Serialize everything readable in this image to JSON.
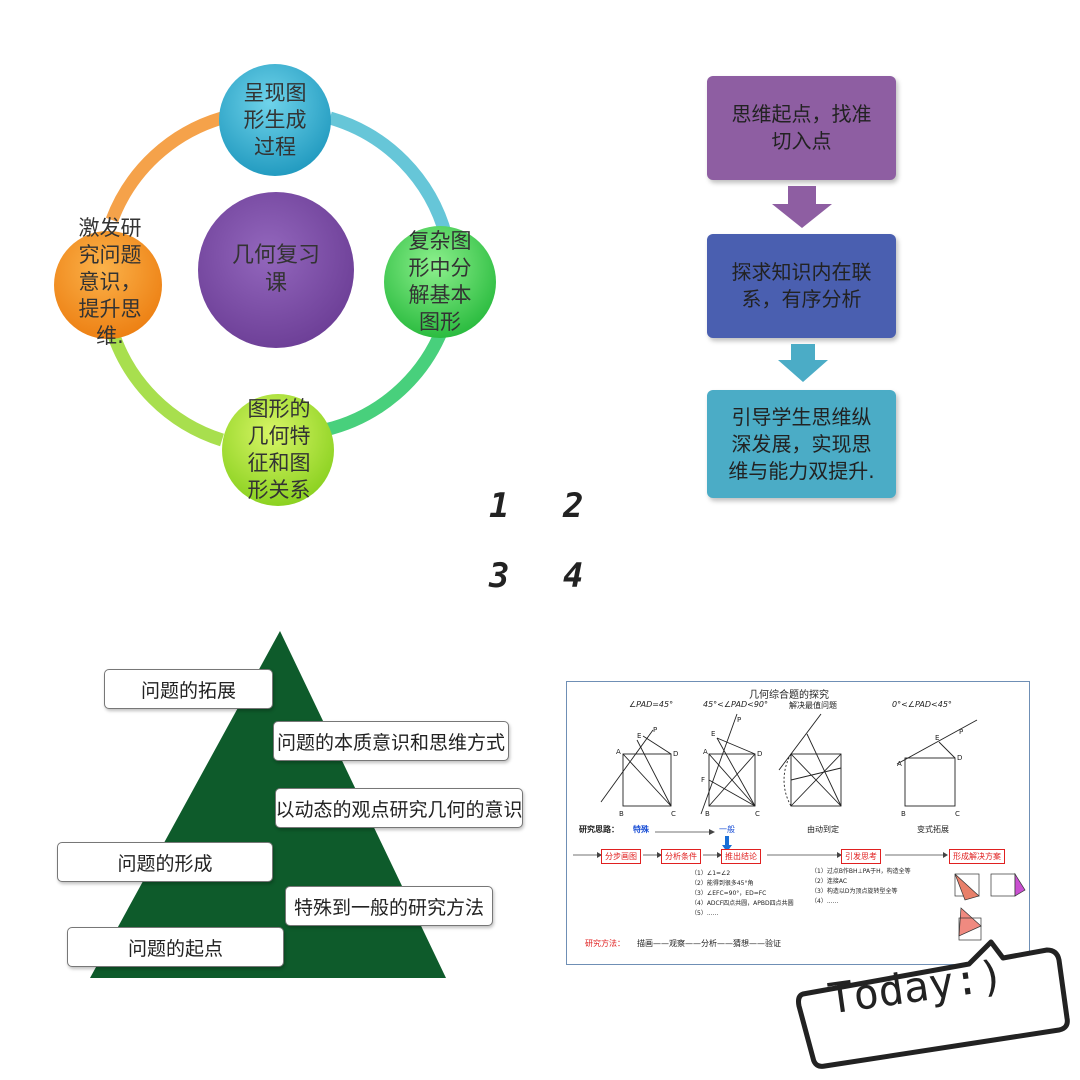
{
  "cycle": {
    "center": "几何复习\n课",
    "nodes": [
      {
        "text": "呈现图\n形生成\n过程"
      },
      {
        "text": "复杂图\n形中分\n解基本\n图形"
      },
      {
        "text": "图形的\n几何特\n征和图\n形关系"
      },
      {
        "text": "激发研\n究问题\n意识，\n提升思\n维."
      }
    ]
  },
  "flow": {
    "boxes": [
      {
        "text": "思维起点，找准\n切入点",
        "color": "#8e5ea2"
      },
      {
        "text": "探求知识内在联\n系，有序分析",
        "color": "#4a5fb0"
      },
      {
        "text": "引导学生思维纵\n深发展，实现思\n维与能力双提升.",
        "color": "#4bacc6"
      }
    ]
  },
  "panel_numbers": [
    "1",
    "2",
    "3",
    "4"
  ],
  "pyramid": {
    "color": "#0e5b2b",
    "labels": [
      "问题的拓展",
      "问题的本质意识和思维方式",
      "以动态的观点研究几何的意识",
      "问题的形成",
      "特殊到一般的研究方法",
      "问题的起点"
    ]
  },
  "doc": {
    "title": "几何综合题的探究",
    "headers": [
      "∠PAD=45°",
      "45°<∠PAD<90°",
      "解决最值问题",
      "0°<∠PAD<45°"
    ],
    "research_label": "研究思路：",
    "special": "特殊",
    "general": "一般",
    "captions": [
      "由动到定",
      "变式拓展"
    ],
    "steps": [
      "分步画图",
      "分析条件",
      "推出结论",
      "引发思考",
      "形成解决方案"
    ],
    "list_left": [
      "（1）∠1=∠2",
      "（2）能得到很多45°角",
      "（3）∠EFC=90°，ED=FC",
      "（4）ADCF四点共圆，APBD四点共圆",
      "（5）......"
    ],
    "list_right": [
      "（1）过点B作BH⊥PA于H，构造全等",
      "（2）连接AC",
      "（3）构造以D为顶点旋转型全等",
      "（4）......"
    ],
    "method_label": "研究方法：",
    "method": "描画——观察——分析——猜想——验证"
  },
  "sticker": {
    "text": "Today:)"
  }
}
